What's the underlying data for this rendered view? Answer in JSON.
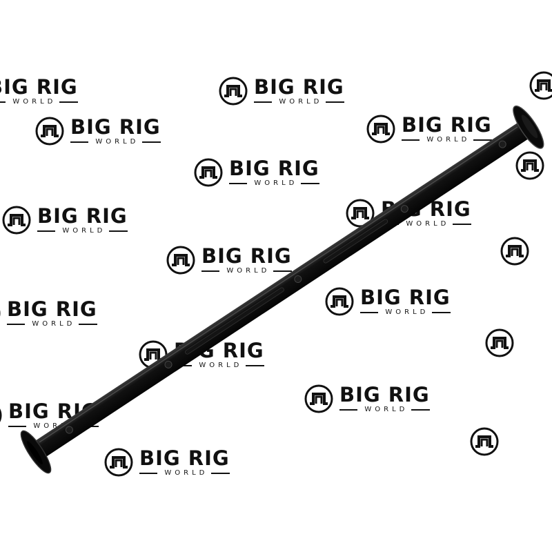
{
  "watermark": {
    "brand": "BIG RIG",
    "sub": "WORLD",
    "icon": "big-rig-world-logo-icon",
    "color": "#111111"
  },
  "product": {
    "name": "black tube with flanged ends",
    "color": "#0c0c0c"
  }
}
